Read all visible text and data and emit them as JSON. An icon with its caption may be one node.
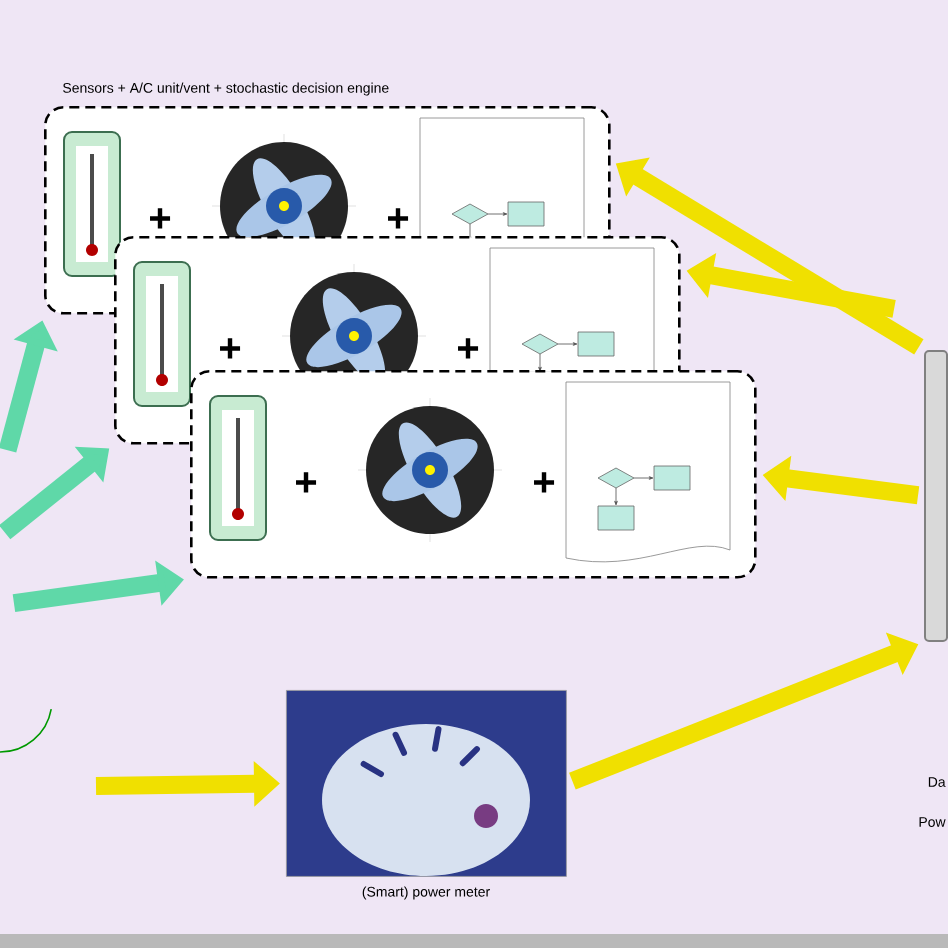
{
  "diagram": {
    "nodes": [
      {
        "text": [
          "Sensors + A/C unit/vent + stochastic decision engine"
        ]
      },
      {
        "text": [],
        "shape": "box"
      },
      {
        "text": [],
        "shape": "box"
      },
      {
        "text": [
          "(Smart) power meter"
        ]
      },
      {
        "text": [],
        "shape": "box"
      }
    ],
    "edges": [
      {
        "from": 4,
        "to": 0,
        "arrow": "to",
        "color": "#f0e000"
      },
      {
        "from": 4,
        "to": 1,
        "arrow": "to",
        "color": "#f0e000"
      },
      {
        "from": 4,
        "to": 2,
        "arrow": "to",
        "color": "#f0e000"
      },
      {
        "from": 3,
        "to": 4,
        "arrow": "to",
        "color": "#f0e000"
      },
      {
        "from": null,
        "to": 3,
        "arrow": "to",
        "color": "#f0e000"
      },
      {
        "from": null,
        "to": 0,
        "arrow": "to",
        "color": "#5fd8a8"
      },
      {
        "from": null,
        "to": 1,
        "arrow": "to",
        "color": "#5fd8a8"
      },
      {
        "from": null,
        "to": 2,
        "arrow": "to",
        "color": "#5fd8a8"
      }
    ],
    "labels": [
      "+",
      "+",
      "+",
      "+",
      "+",
      "+",
      "Da",
      "Pow"
    ]
  }
}
